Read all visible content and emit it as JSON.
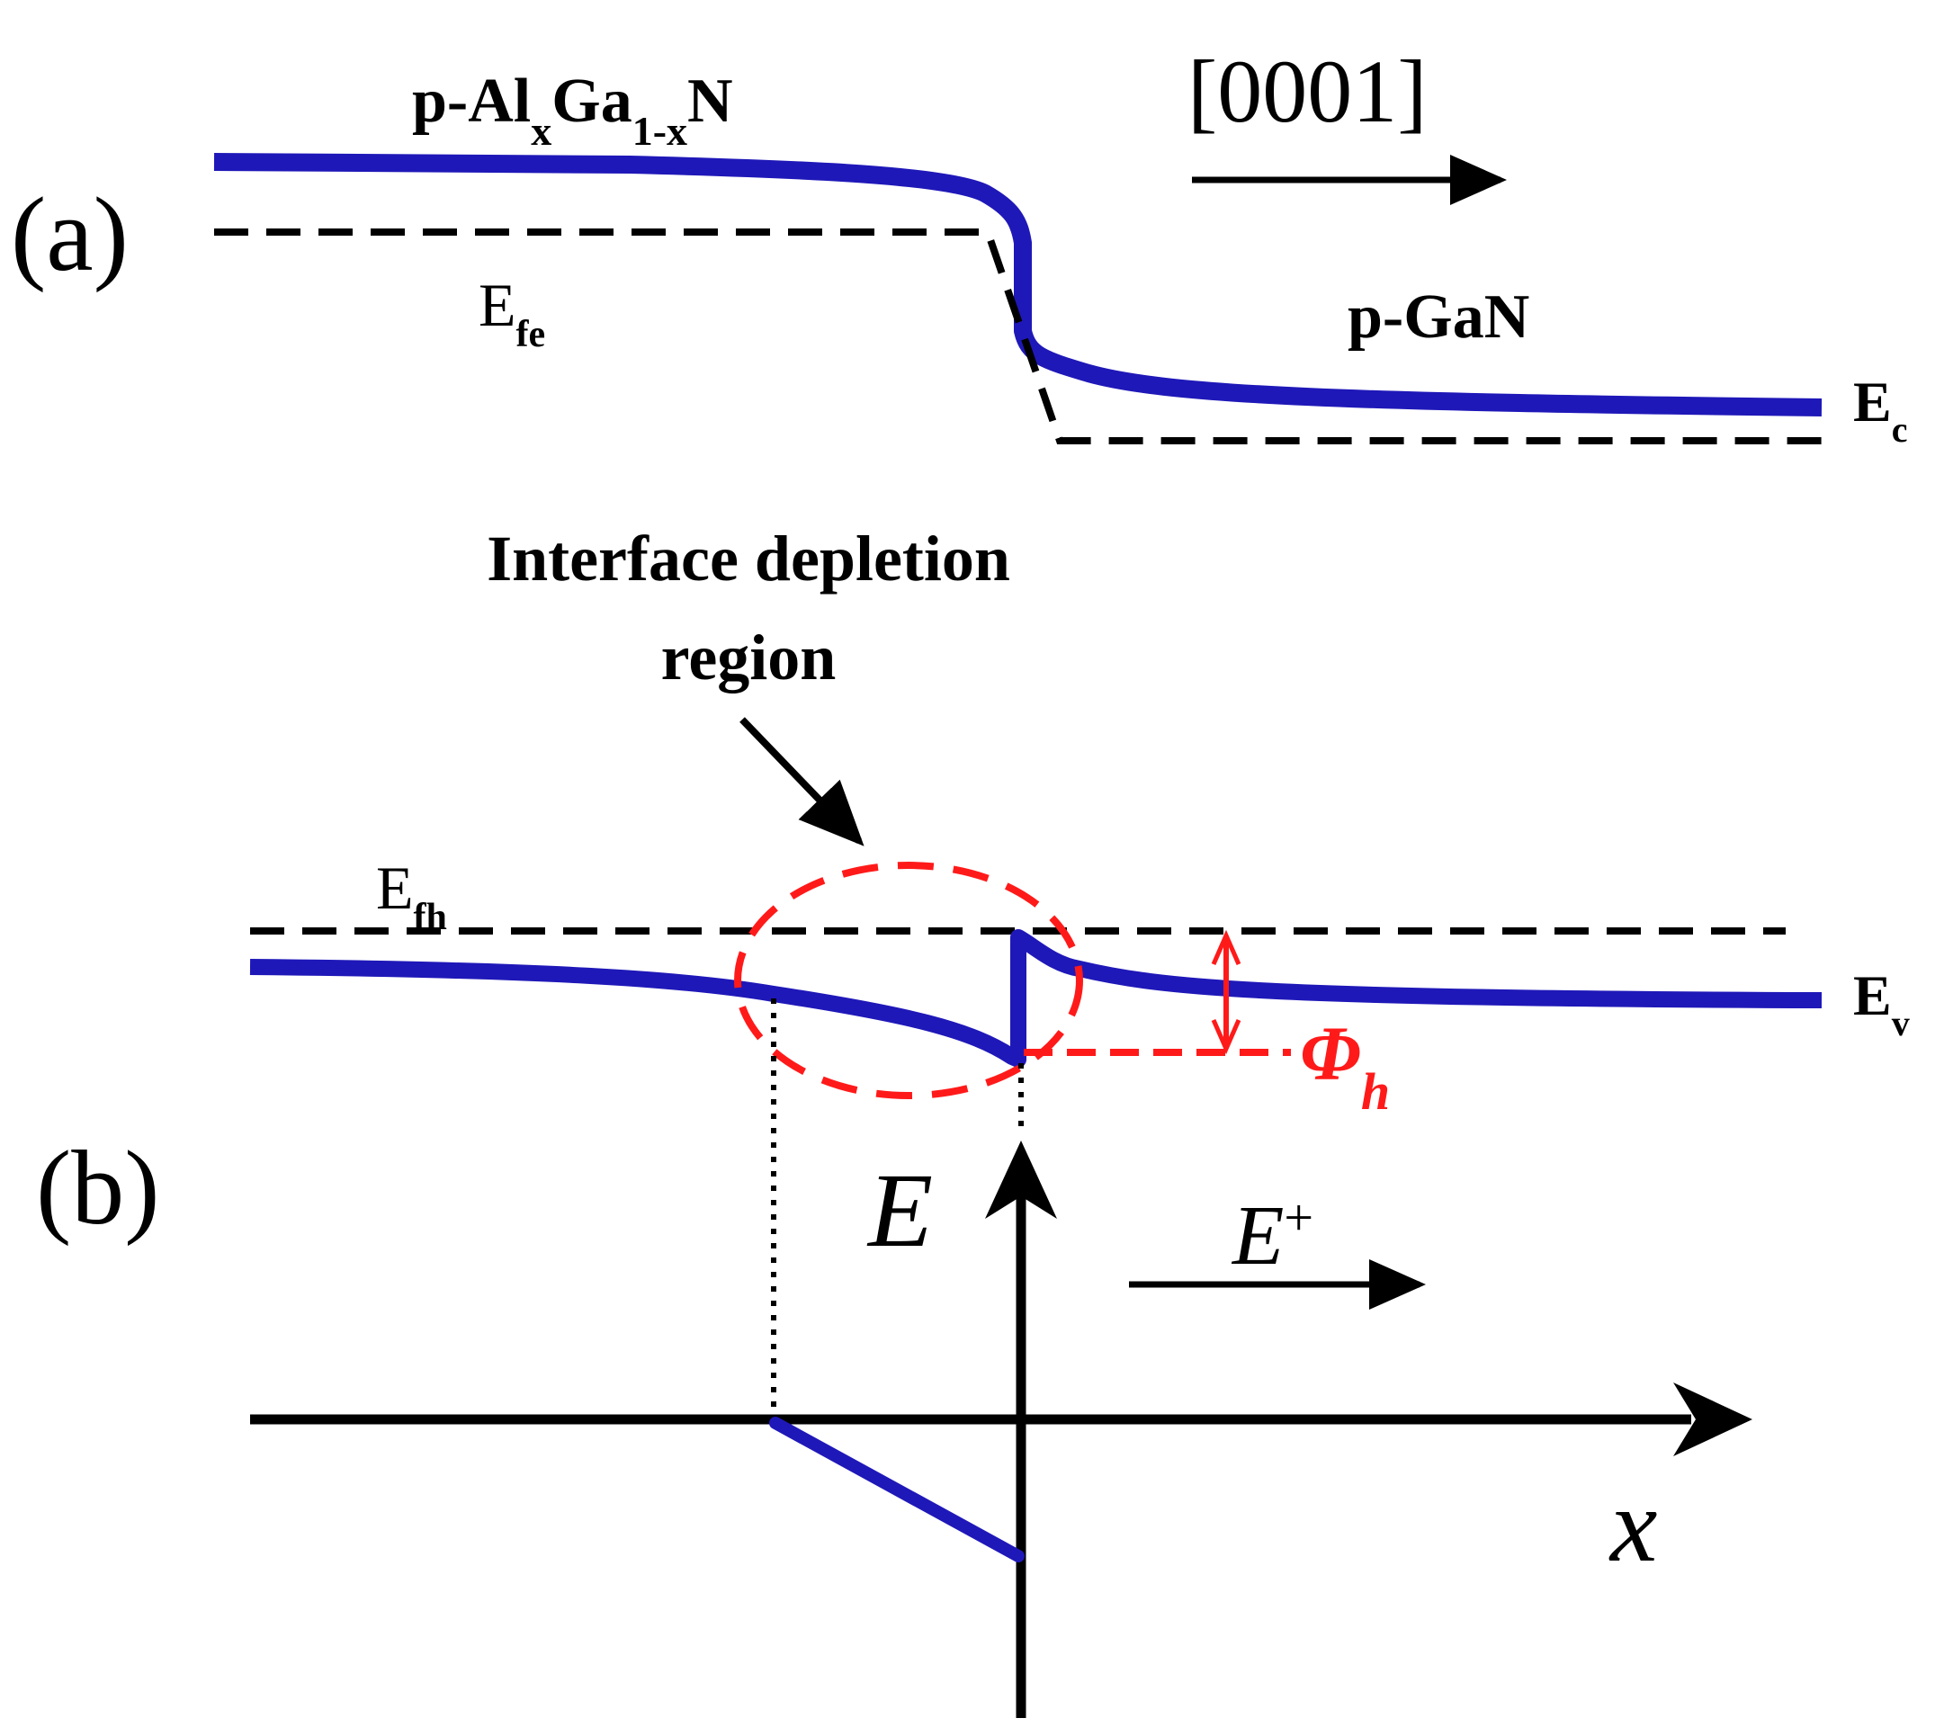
{
  "panel_a": {
    "label": "(a)",
    "layer_left": {
      "prefix": "p-Al",
      "sub1": "x",
      "mid": "Ga",
      "sub2": "1-x",
      "suffix": "N"
    },
    "layer_right": "p-GaN",
    "direction": "[0001]",
    "fermi_label": {
      "base": "E",
      "sub": "fe"
    },
    "band_label": {
      "base": "E",
      "sub": "c"
    }
  },
  "panel_b": {
    "label": "(b)",
    "fermi_label": {
      "base": "E",
      "sub": "fh"
    },
    "band_label": {
      "base": "E",
      "sub": "v"
    },
    "annotation_line1": "Interface depletion",
    "annotation_line2": "region",
    "barrier_label": "Φ",
    "barrier_sub": "h",
    "axis_y": "E",
    "axis_x": "x",
    "field_base": "E",
    "field_sup": "+"
  },
  "colors": {
    "band": "#1f18b8",
    "highlight": "#ff1a1a",
    "ink": "#000000"
  }
}
